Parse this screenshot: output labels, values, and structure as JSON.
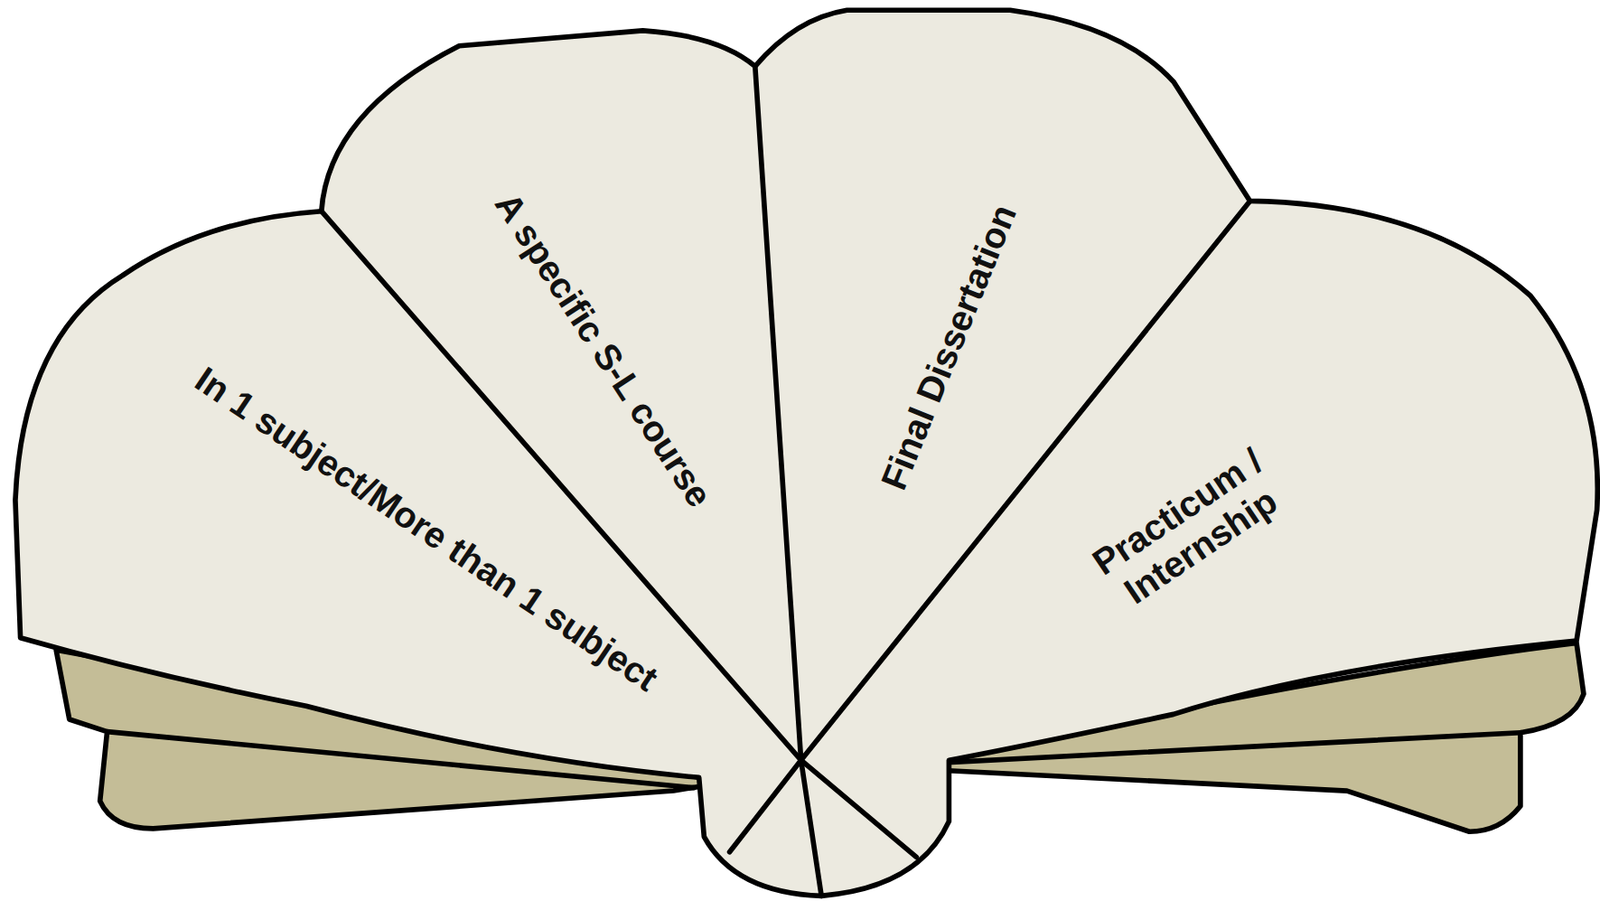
{
  "diagram": {
    "nodes": [
      {
        "text": [
          "In 1 subject/More than 1 subject"
        ]
      },
      {
        "text": [
          "A specific S-L course"
        ]
      },
      {
        "text": [
          "Final Dissertation"
        ]
      },
      {
        "text": [
          "Practicum / Internship"
        ]
      }
    ]
  }
}
